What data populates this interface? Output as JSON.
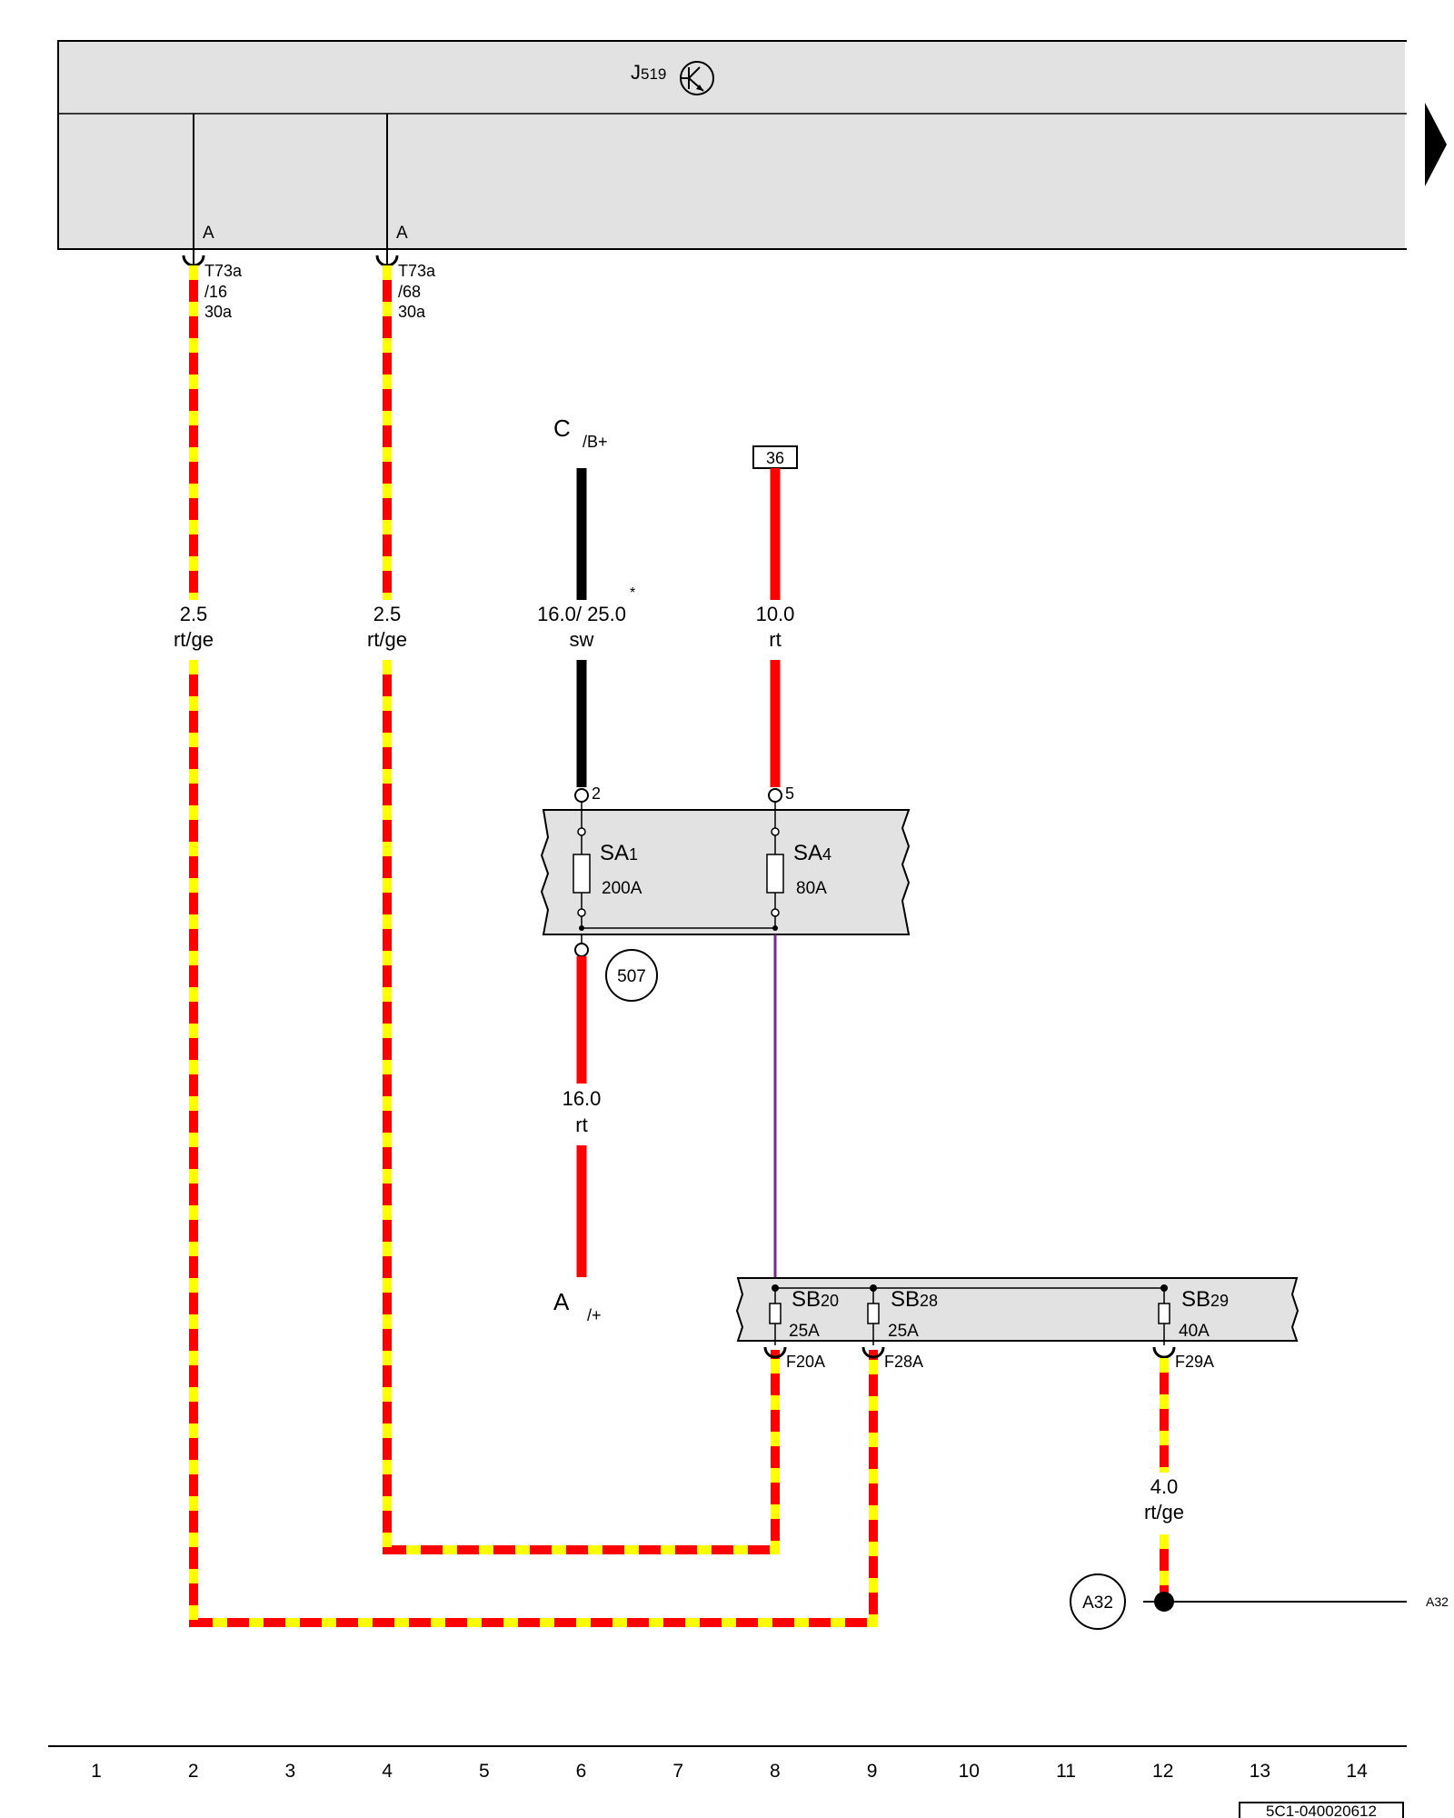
{
  "control_unit": {
    "code": "J",
    "sub": "519"
  },
  "pins": [
    {
      "side": "A",
      "line1": "T73a",
      "line2": "/16",
      "line3": "30a"
    },
    {
      "side": "A",
      "line1": "T73a",
      "line2": "/68",
      "line3": "30a"
    }
  ],
  "wires": {
    "w1": {
      "size": "2.5",
      "color": "rt/ge"
    },
    "w2": {
      "size": "2.5",
      "color": "rt/ge"
    },
    "w3": {
      "size": "16.0/ 25.0",
      "note": "*",
      "color": "sw"
    },
    "w4": {
      "size": "10.0",
      "color": "rt"
    },
    "w5": {
      "size": "16.0",
      "color": "rt"
    },
    "w6": {
      "size": "4.0",
      "color": "rt/ge"
    }
  },
  "connections": {
    "c_top": {
      "letter": "C",
      "sub": "/B+"
    },
    "a_bottom": {
      "letter": "A",
      "sub": "/+"
    },
    "box36": "36",
    "ref507": "507",
    "refA32": "A32",
    "a32_edge": "A32"
  },
  "fuse_holder_a": {
    "pins": [
      "2",
      "5"
    ],
    "fuses": [
      {
        "name": "SA",
        "num": "1",
        "rating": "200A"
      },
      {
        "name": "SA",
        "num": "4",
        "rating": "80A"
      }
    ]
  },
  "fuse_holder_b": {
    "fuses": [
      {
        "name": "SB",
        "num": "20",
        "rating": "25A",
        "term": "F20A"
      },
      {
        "name": "SB",
        "num": "28",
        "rating": "25A",
        "term": "F28A"
      },
      {
        "name": "SB",
        "num": "29",
        "rating": "40A",
        "term": "F29A"
      }
    ]
  },
  "ruler": [
    "1",
    "2",
    "3",
    "4",
    "5",
    "6",
    "7",
    "8",
    "9",
    "10",
    "11",
    "12",
    "13",
    "14"
  ],
  "doc_id": "5C1-040020612",
  "colors": {
    "red": "#ff0000",
    "yellow": "#ffff00",
    "black": "#000000",
    "purple": "#7a2a8c",
    "panel": "#e2e2e2"
  }
}
